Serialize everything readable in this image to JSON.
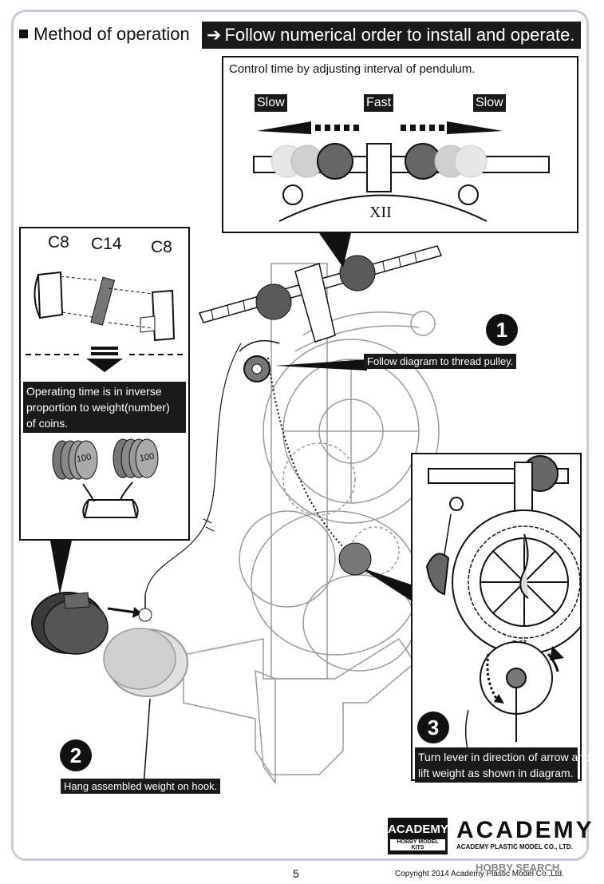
{
  "header": {
    "title": "Method of operation",
    "instruction": "Follow numerical order to install and operate."
  },
  "pendulum_panel": {
    "caption": "Control time by adjusting interval of pendulum.",
    "slow_left": "Slow",
    "fast": "Fast",
    "slow_right": "Slow"
  },
  "weight_panel": {
    "part_left": "C8",
    "part_center": "C14",
    "part_right": "C8",
    "note_lines": [
      "Operating time is in inverse",
      "proportion to weight(number)",
      "of coins."
    ],
    "coin_left": "100",
    "coin_right": "100"
  },
  "steps": [
    {
      "number": "1",
      "text": "Follow diagram to thread pulley."
    },
    {
      "number": "2",
      "text": "Hang assembled weight on hook."
    },
    {
      "number": "3",
      "text_lines": [
        "Turn lever in direction of arrow and",
        "lift weight as shown in diagram."
      ]
    }
  ],
  "logos": {
    "academy_badge": "ACADEMY",
    "academy_badge_sub": "HOBBY MODEL KITS",
    "academy_wordmark": "ACADEMY",
    "academy_wordmark_sub": "ACADEMY PLASTIC MODEL CO., LTD."
  },
  "footer": {
    "page_number": "5",
    "copyright": "Copyright 2014 Academy Plastic Model Co.,Ltd.",
    "watermark": "HOBBY SEARCH"
  }
}
